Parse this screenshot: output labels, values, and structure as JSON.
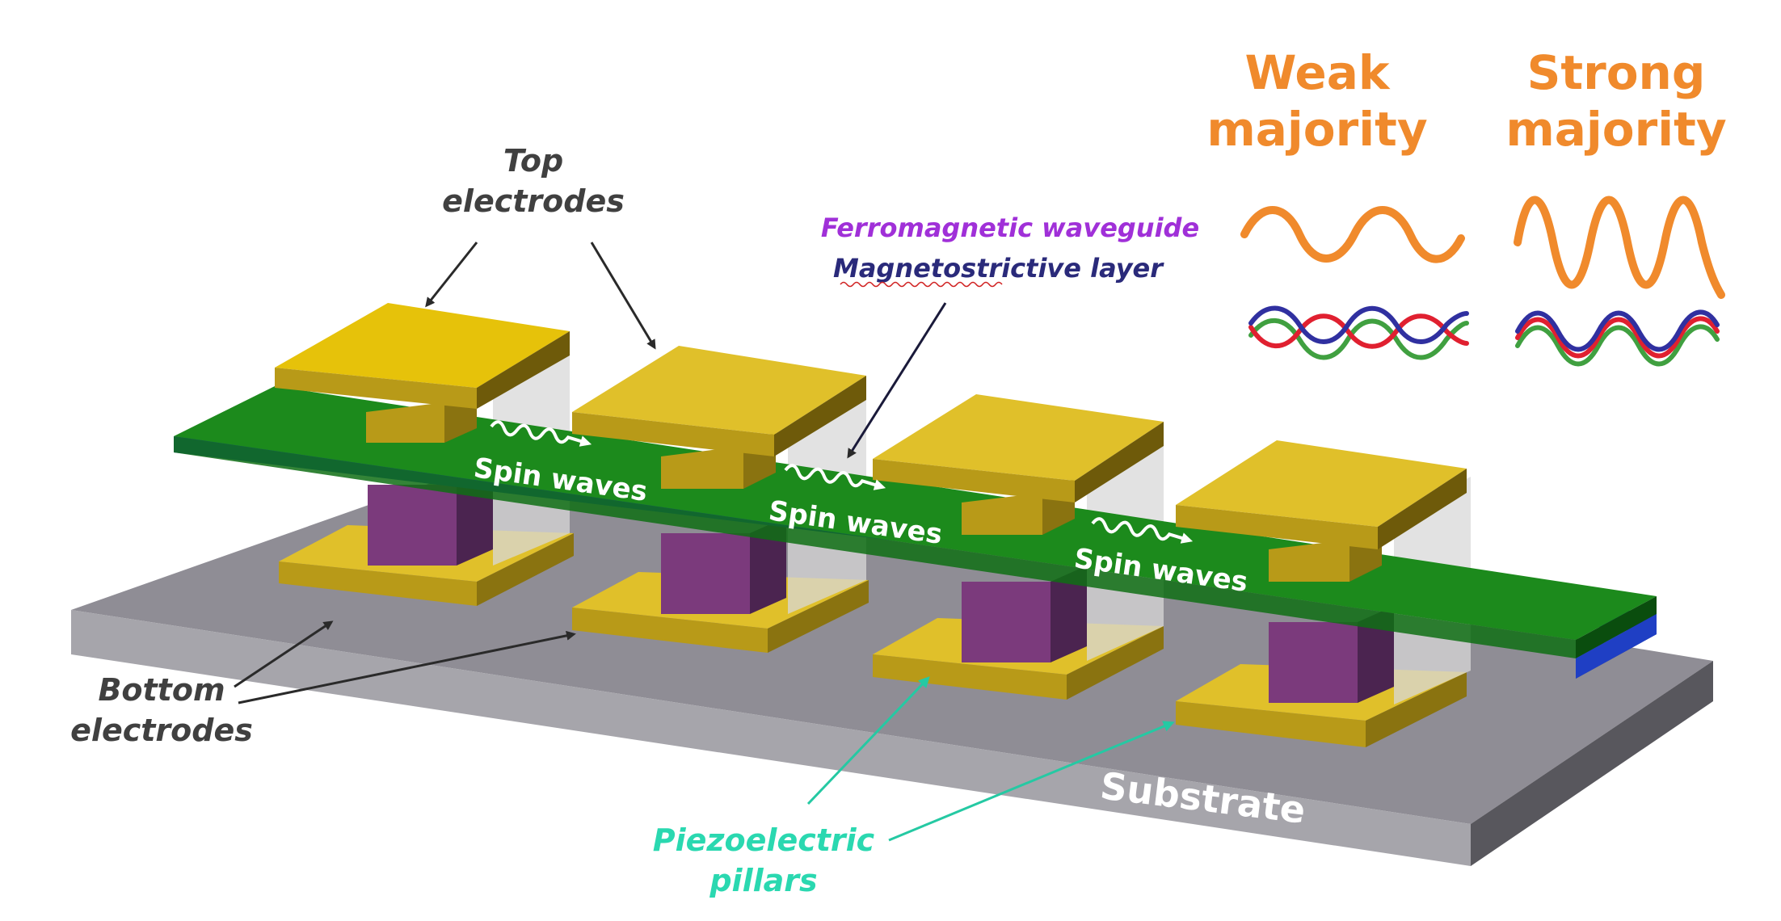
{
  "labels": {
    "top_electrodes": [
      "Top",
      "electrodes"
    ],
    "bottom_electrodes": [
      "Bottom",
      "electrodes"
    ],
    "ferromagnetic_waveguide": "Ferromagnetic waveguide",
    "magnetostrictive": "Magnetostrictive",
    "layer": " layer",
    "spin_waves": "Spin waves",
    "piezoelectric_pillars": [
      "Piezoelectric",
      "pillars"
    ],
    "substrate": "Substrate",
    "weak_majority": [
      "Weak",
      "majority"
    ],
    "strong_majority": [
      "Strong",
      "majority"
    ]
  },
  "colors": {
    "substrate": "#8f8d95",
    "waveguide": "#1c8a1c",
    "magnetostrictive": "#1f3fc4",
    "electrode": "#e2c02a",
    "pillar": "#7b3a7c",
    "orange": "#f08a2c",
    "purple_text": "#a030d8",
    "navy_text": "#2a2a7a",
    "teal_text": "#2ad8b0",
    "dark_text": "#404040",
    "wave_red": "#e02030",
    "wave_blue": "#3030a0",
    "wave_green": "#40a040"
  },
  "icons": [
    "spin-wave-arrow-icon"
  ]
}
